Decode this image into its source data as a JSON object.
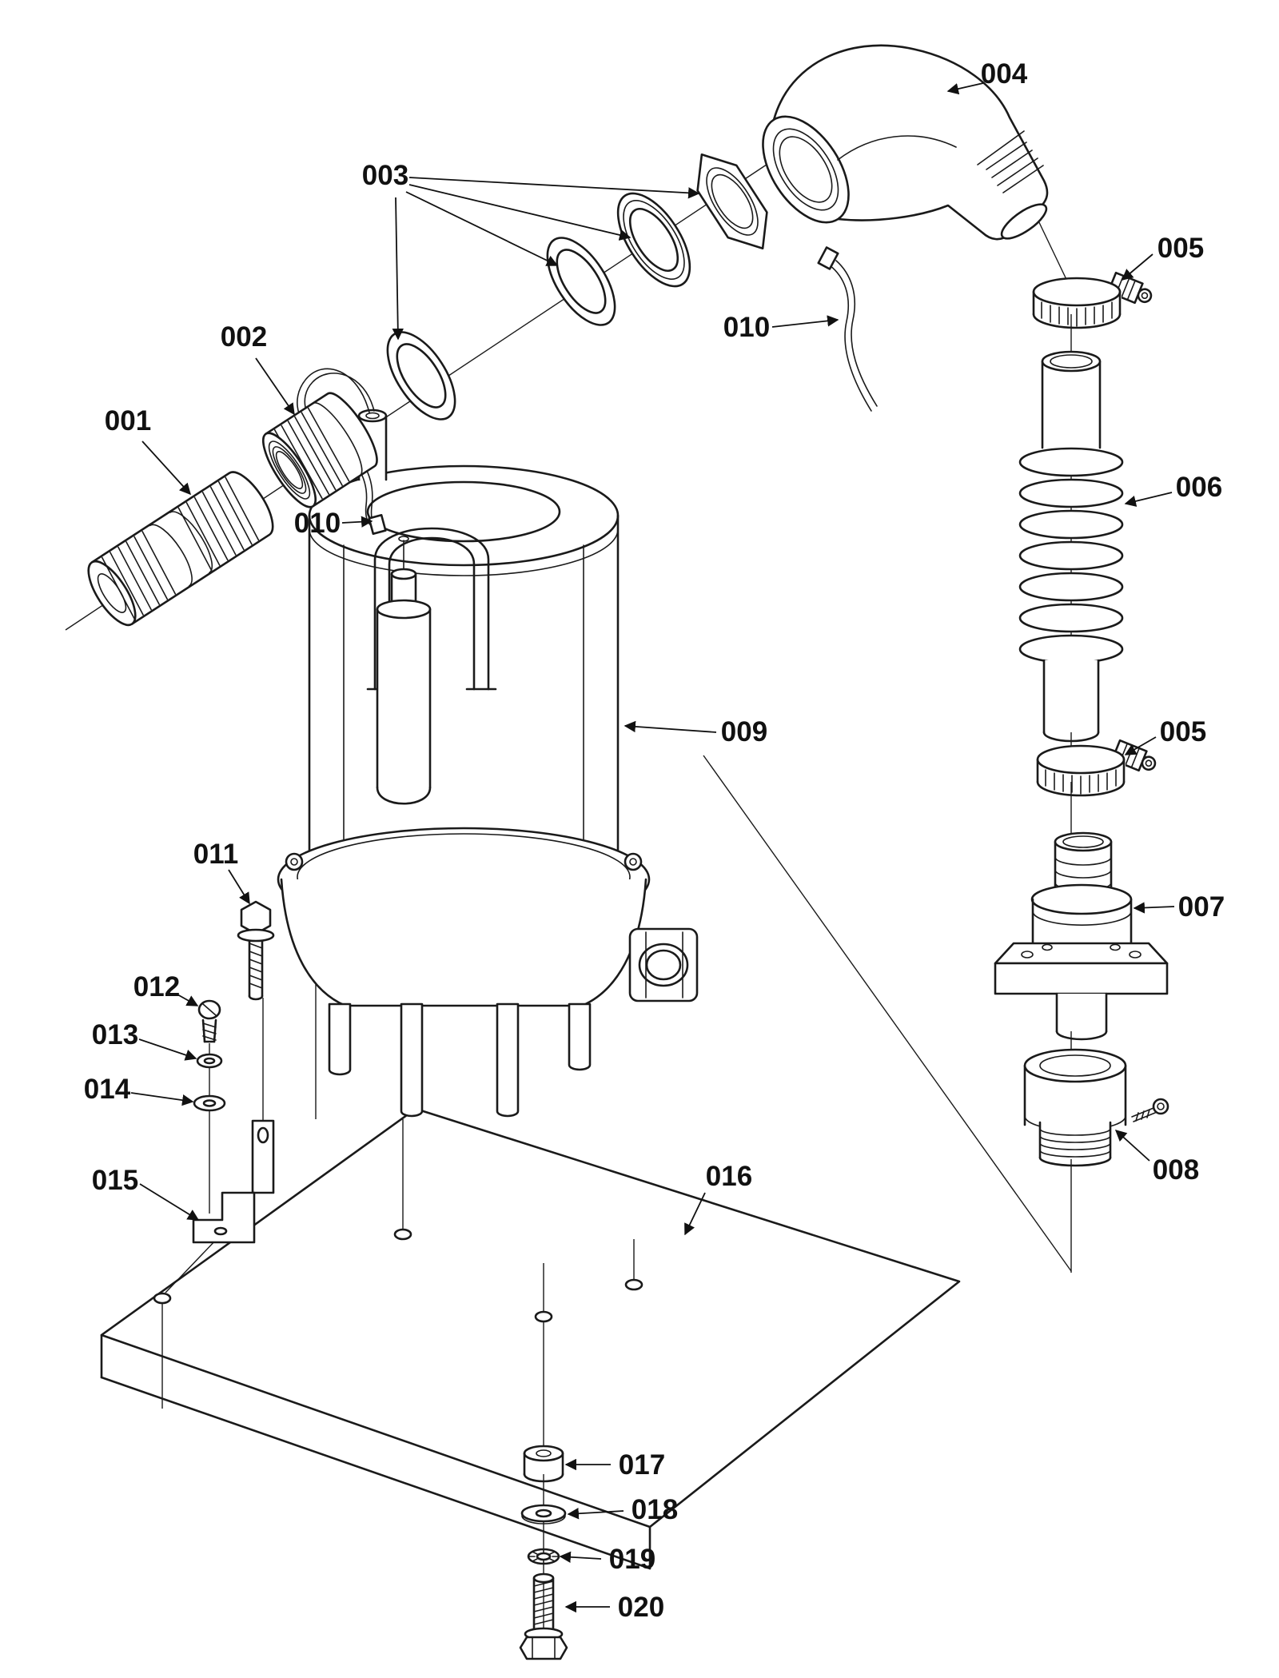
{
  "colors": {
    "line": "#1a1a1a",
    "label": "#111111",
    "background": "#ffffff"
  },
  "callouts": [
    {
      "id": "001",
      "text": "001"
    },
    {
      "id": "002",
      "text": "002"
    },
    {
      "id": "003",
      "text": "003"
    },
    {
      "id": "004",
      "text": "004"
    },
    {
      "id": "005-upper",
      "text": "005"
    },
    {
      "id": "010-upper",
      "text": "010"
    },
    {
      "id": "006",
      "text": "006"
    },
    {
      "id": "010-left",
      "text": "010"
    },
    {
      "id": "009",
      "text": "009"
    },
    {
      "id": "005-lower",
      "text": "005"
    },
    {
      "id": "011",
      "text": "011"
    },
    {
      "id": "007",
      "text": "007"
    },
    {
      "id": "012",
      "text": "012"
    },
    {
      "id": "013",
      "text": "013"
    },
    {
      "id": "014",
      "text": "014"
    },
    {
      "id": "015",
      "text": "015"
    },
    {
      "id": "016",
      "text": "016"
    },
    {
      "id": "008",
      "text": "008"
    },
    {
      "id": "017",
      "text": "017"
    },
    {
      "id": "018",
      "text": "018"
    },
    {
      "id": "019",
      "text": "019"
    },
    {
      "id": "020",
      "text": "020"
    }
  ]
}
